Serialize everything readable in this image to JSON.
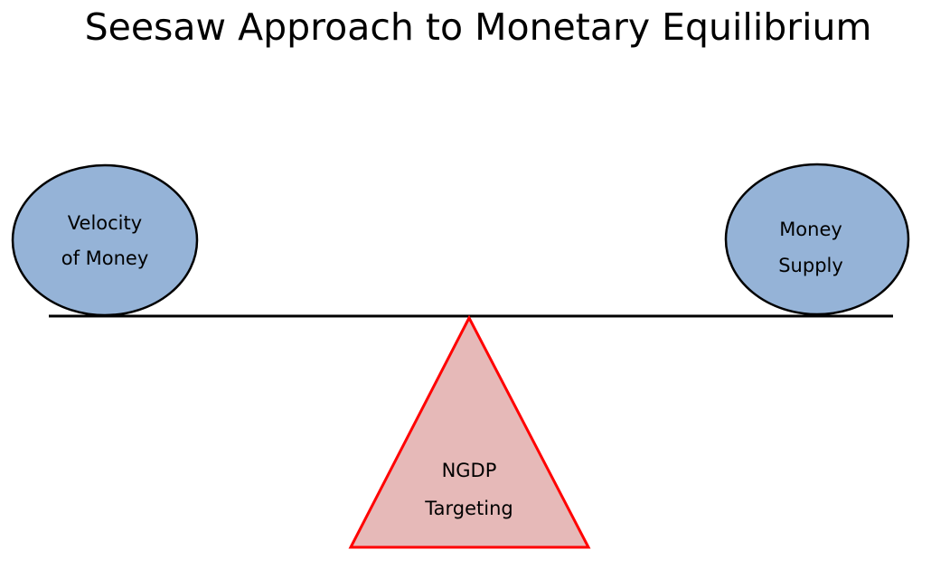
{
  "title": "Seesaw Approach to Monetary Equilibrium",
  "left_ball": {
    "line1": "Velocity",
    "line2": "of Money",
    "fill": "#95b3d7",
    "stroke": "#000000"
  },
  "right_ball": {
    "line1": "Money",
    "line2": "Supply",
    "fill": "#95b3d7",
    "stroke": "#000000"
  },
  "fulcrum": {
    "line1": "NGDP",
    "line2": "Targeting",
    "fill": "#e6b9b8",
    "stroke": "#ff0000"
  },
  "beam": {
    "color": "#000000"
  }
}
